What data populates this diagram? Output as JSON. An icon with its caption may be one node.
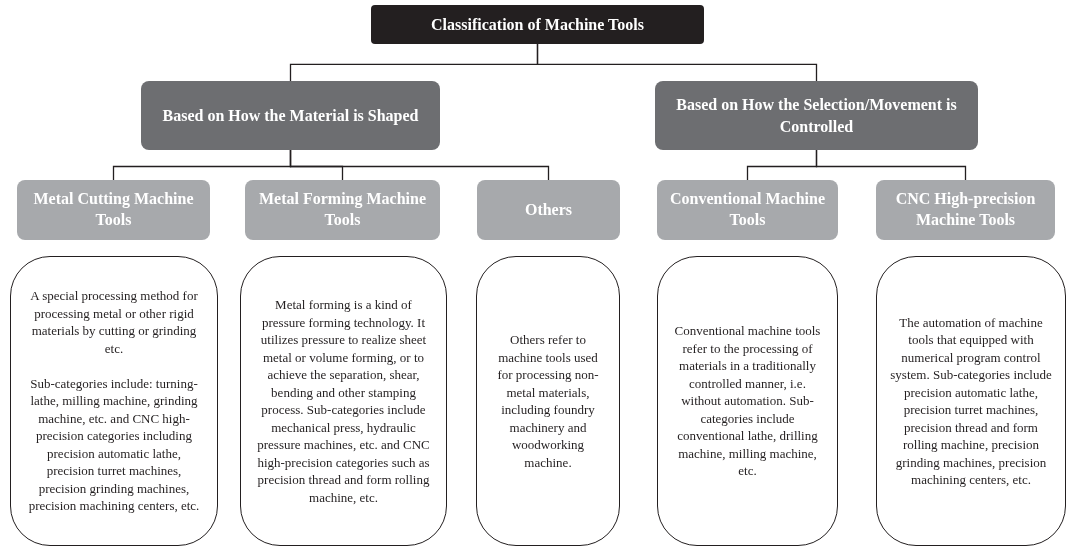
{
  "diagram": {
    "nodes": [
      {
        "text": [
          "Classification of Machine Tools"
        ]
      },
      {
        "text": [
          "Based on How the Material is Shaped"
        ]
      },
      {
        "text": [
          "Based on How the Selection/Movement is Controlled"
        ]
      },
      {
        "text": [
          "Metal Cutting Machine Tools"
        ]
      },
      {
        "text": [
          "Metal Forming Machine Tools"
        ]
      },
      {
        "text": [
          "Others"
        ]
      },
      {
        "text": [
          "Conventional Machine Tools"
        ]
      },
      {
        "text": [
          "CNC High-precision Machine Tools"
        ]
      },
      {
        "text": [
          "A special processing method for processing metal or other rigid materials by cutting or grinding etc.",
          "Sub-categories include: turning-lathe, milling machine, grinding machine, etc. and CNC high-precision categories including precision automatic lathe, precision turret machines, precision grinding machines, precision machining centers, etc."
        ]
      },
      {
        "text": [
          "Metal forming is a kind of pressure forming technology. It utilizes pressure to realize sheet metal or volume forming, or to achieve the separation, shear, bending and other stamping process. Sub-categories include mechanical press, hydraulic pressure machines, etc. and CNC high-precision categories such as precision thread and form rolling machine, etc."
        ]
      },
      {
        "text": [
          "Others refer to machine tools used for processing non-metal materials, including foundry machinery and woodworking machine."
        ]
      },
      {
        "text": [
          "Conventional machine tools refer to the processing of materials in a traditionally controlled manner, i.e. without automation. Sub-categories include conventional lathe, drilling machine, milling machine, etc."
        ]
      },
      {
        "text": [
          "The automation of machine tools that equipped with numerical program control system. Sub-categories include precision automatic lathe, precision turret machines, precision thread and form rolling machine, precision grinding machines, precision machining centers, etc."
        ]
      }
    ],
    "edges": [
      {
        "from": 0,
        "to": 1,
        "arrow": "none"
      },
      {
        "from": 0,
        "to": 2,
        "arrow": "none"
      },
      {
        "from": 1,
        "to": 3,
        "arrow": "none"
      },
      {
        "from": 1,
        "to": 4,
        "arrow": "none"
      },
      {
        "from": 1,
        "to": 5,
        "arrow": "none"
      },
      {
        "from": 2,
        "to": 6,
        "arrow": "none"
      },
      {
        "from": 2,
        "to": 7,
        "arrow": "none"
      }
    ]
  }
}
